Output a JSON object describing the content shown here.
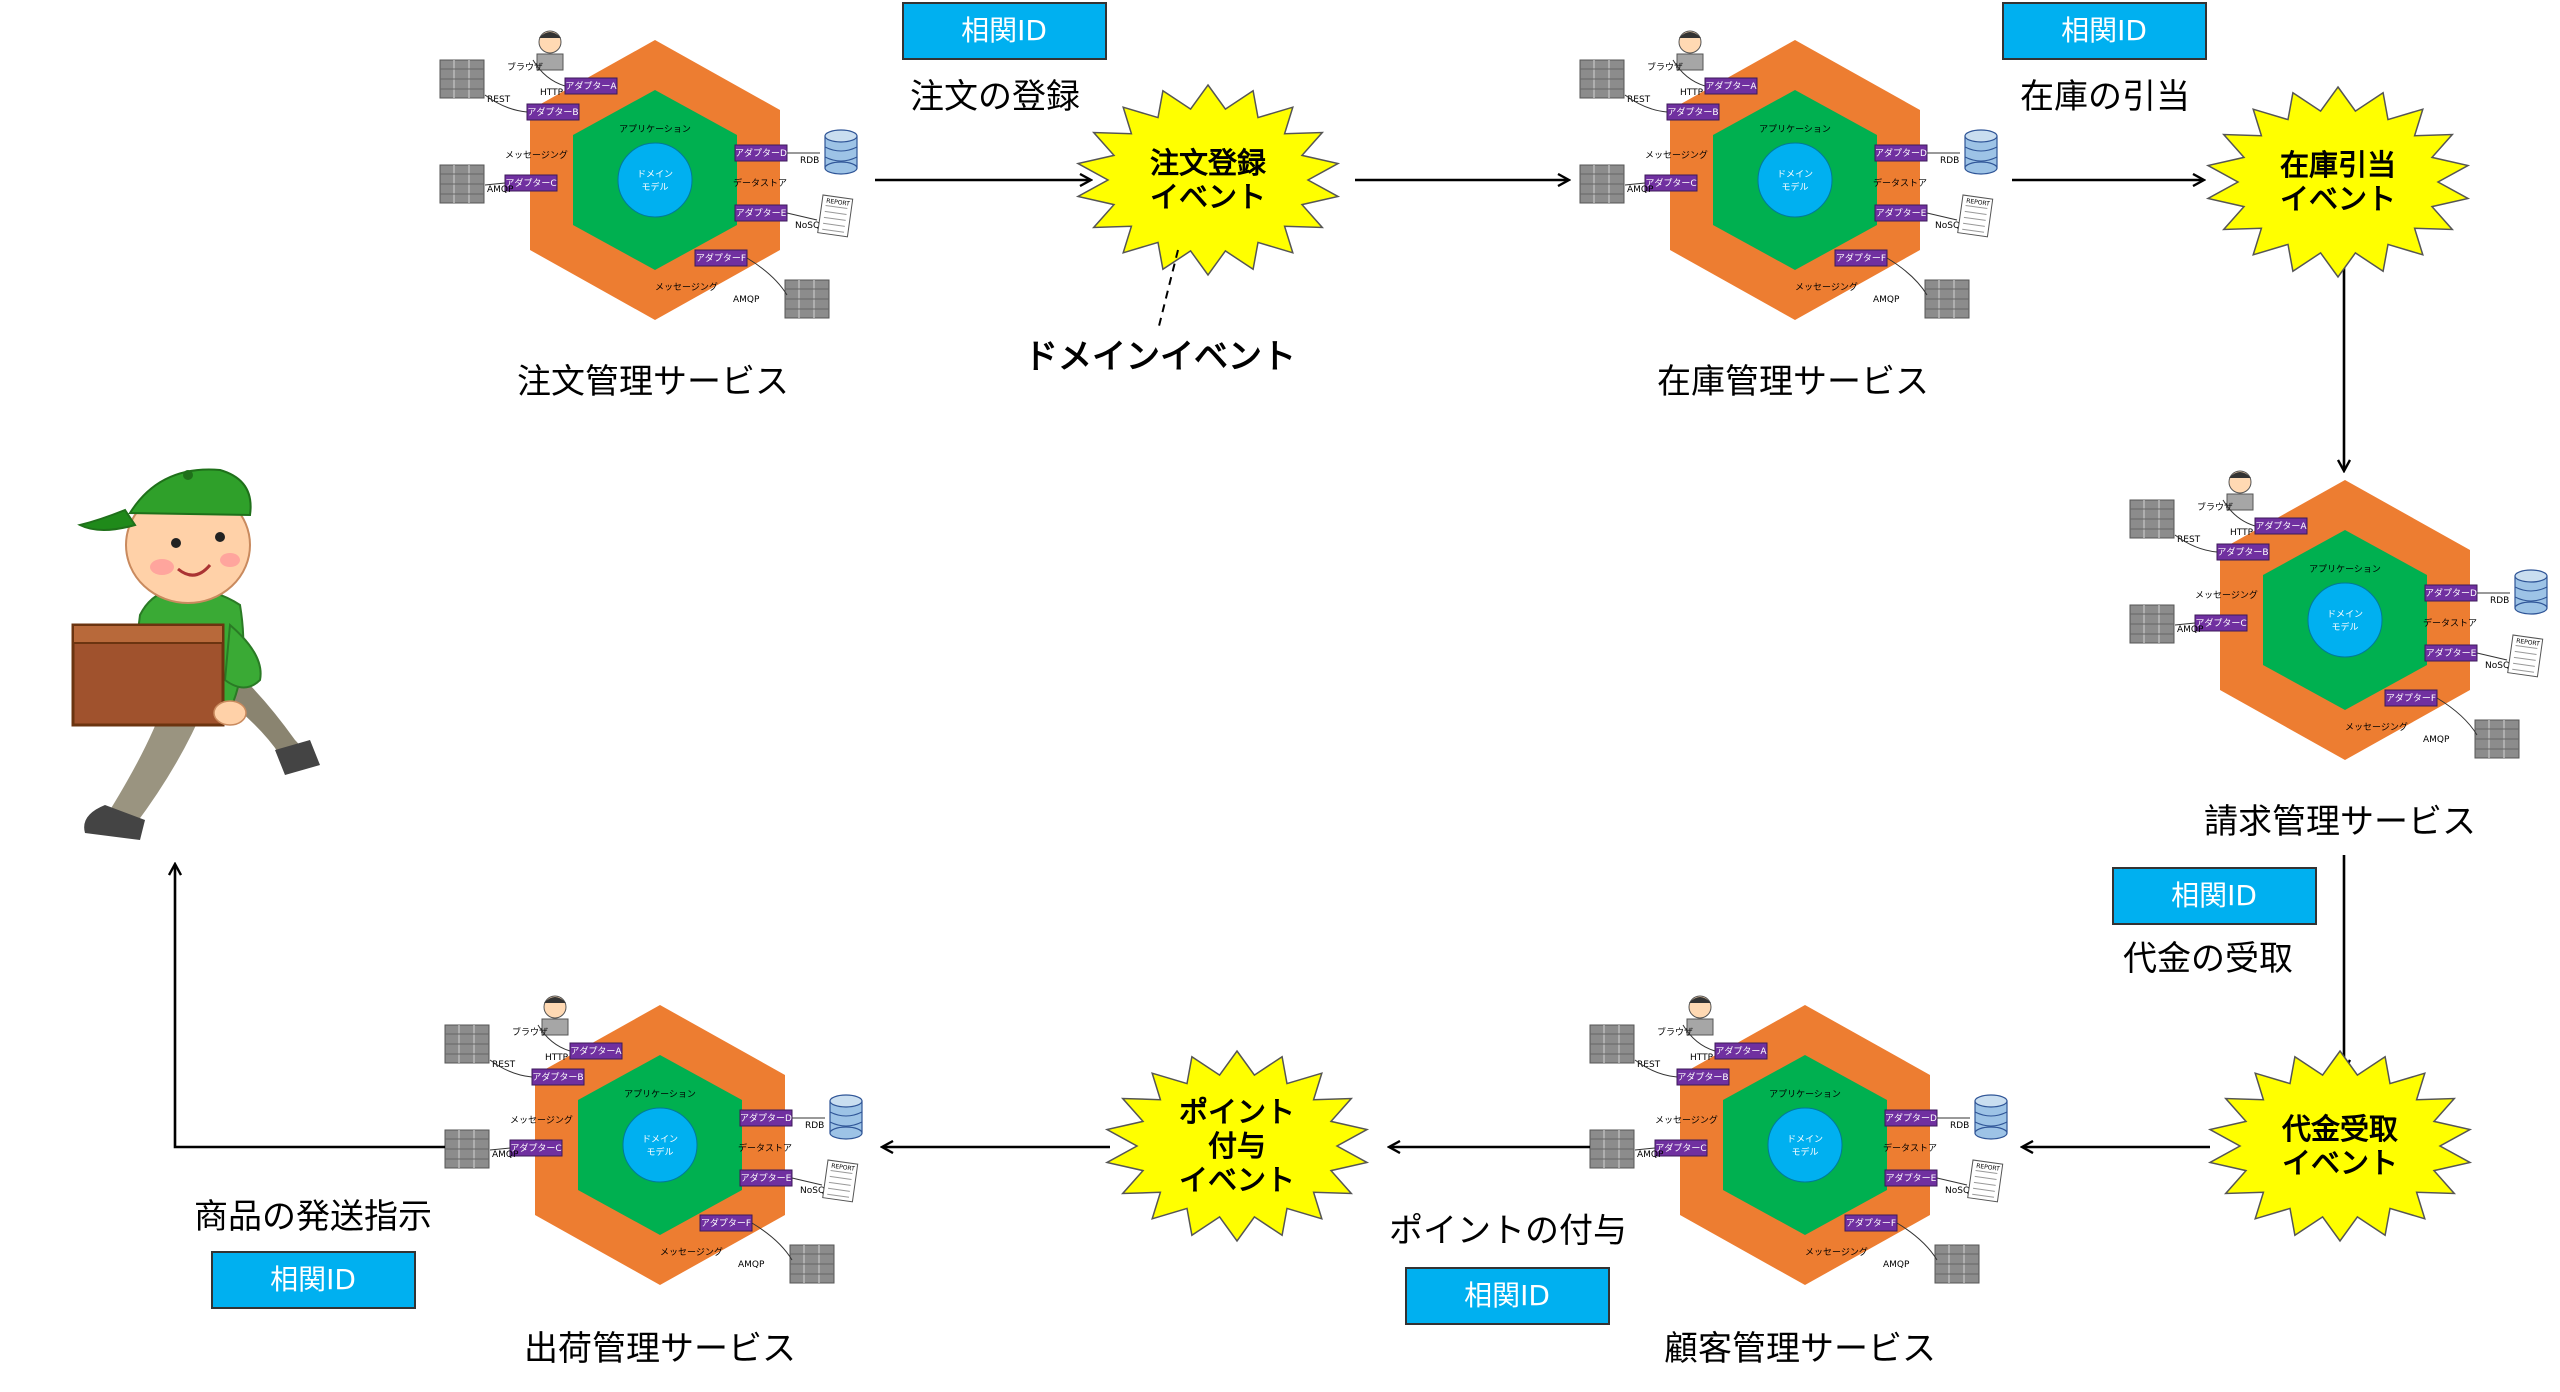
{
  "correlation_label": "相関ID",
  "domain_event_label": "ドメインイベント",
  "hexagon": {
    "application": "アプリケーション",
    "domain_model_line1": "ドメイン",
    "domain_model_line2": "モデル",
    "browser": "ブラウザ",
    "http": "HTTP",
    "rest": "REST",
    "messaging": "メッセージング",
    "amqp": "AMQP",
    "datastore": "データストア",
    "rdb": "RDB",
    "nosql": "NoSQL",
    "report": "REPORT",
    "adapters": [
      "アダプターA",
      "アダプターB",
      "アダプターC",
      "アダプターD",
      "アダプターE",
      "アダプターF"
    ]
  },
  "services": {
    "order": "注文管理サービス",
    "inventory": "在庫管理サービス",
    "billing": "請求管理サービス",
    "customer": "顧客管理サービス",
    "shipping": "出荷管理サービス"
  },
  "captions": {
    "order_register": "注文の登録",
    "inventory_allocate": "在庫の引当",
    "payment_receive": "代金の受取",
    "point_grant": "ポイントの付与",
    "ship_instruct": "商品の発送指示"
  },
  "events": {
    "order_registered": [
      "注文登録",
      "イベント"
    ],
    "inventory_allocated": [
      "在庫引当",
      "イベント"
    ],
    "payment_received": [
      "代金受取",
      "イベント"
    ],
    "point_granted": [
      "ポイント",
      "付与",
      "イベント"
    ]
  },
  "colors": {
    "hex_outer": "#ED7D31",
    "hex_inner": "#00B050",
    "domain_circle": "#00B0F0",
    "adapter": "#7030A0",
    "correlation_box": "#00B0F0",
    "event_burst": "#FFFF00"
  }
}
